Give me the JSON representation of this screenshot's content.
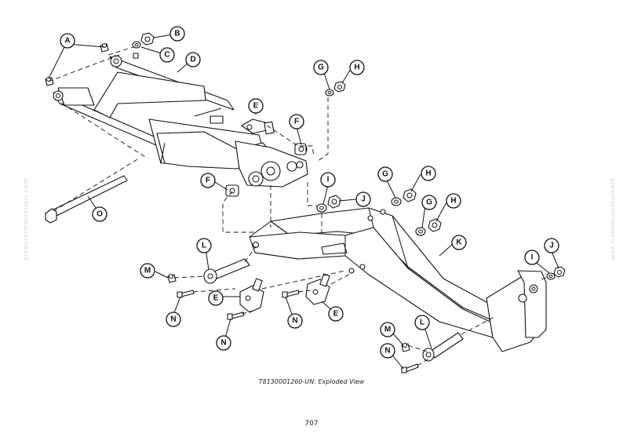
{
  "figure": {
    "caption": "T8130001260-UN: Exploded View",
    "page_number": "707",
    "watermark": "greenfarmmanuals.com"
  },
  "callouts": [
    {
      "id": "A1",
      "label": "A"
    },
    {
      "id": "B1",
      "label": "B"
    },
    {
      "id": "C1",
      "label": "C"
    },
    {
      "id": "D1",
      "label": "D"
    },
    {
      "id": "E1",
      "label": "E"
    },
    {
      "id": "F1",
      "label": "F"
    },
    {
      "id": "F2",
      "label": "F"
    },
    {
      "id": "G1",
      "label": "G"
    },
    {
      "id": "H1",
      "label": "H"
    },
    {
      "id": "I1",
      "label": "I"
    },
    {
      "id": "J1",
      "label": "J"
    },
    {
      "id": "G2",
      "label": "G"
    },
    {
      "id": "H2",
      "label": "H"
    },
    {
      "id": "G3",
      "label": "G"
    },
    {
      "id": "H3",
      "label": "H"
    },
    {
      "id": "K1",
      "label": "K"
    },
    {
      "id": "I2",
      "label": "I"
    },
    {
      "id": "J2",
      "label": "J"
    },
    {
      "id": "L1",
      "label": "L"
    },
    {
      "id": "M1",
      "label": "M"
    },
    {
      "id": "E2",
      "label": "E"
    },
    {
      "id": "N1",
      "label": "N"
    },
    {
      "id": "N2",
      "label": "N"
    },
    {
      "id": "N3",
      "label": "N"
    },
    {
      "id": "E3",
      "label": "E"
    },
    {
      "id": "O1",
      "label": "O"
    },
    {
      "id": "L2",
      "label": "L"
    },
    {
      "id": "M2",
      "label": "M"
    },
    {
      "id": "N4",
      "label": "N"
    }
  ]
}
